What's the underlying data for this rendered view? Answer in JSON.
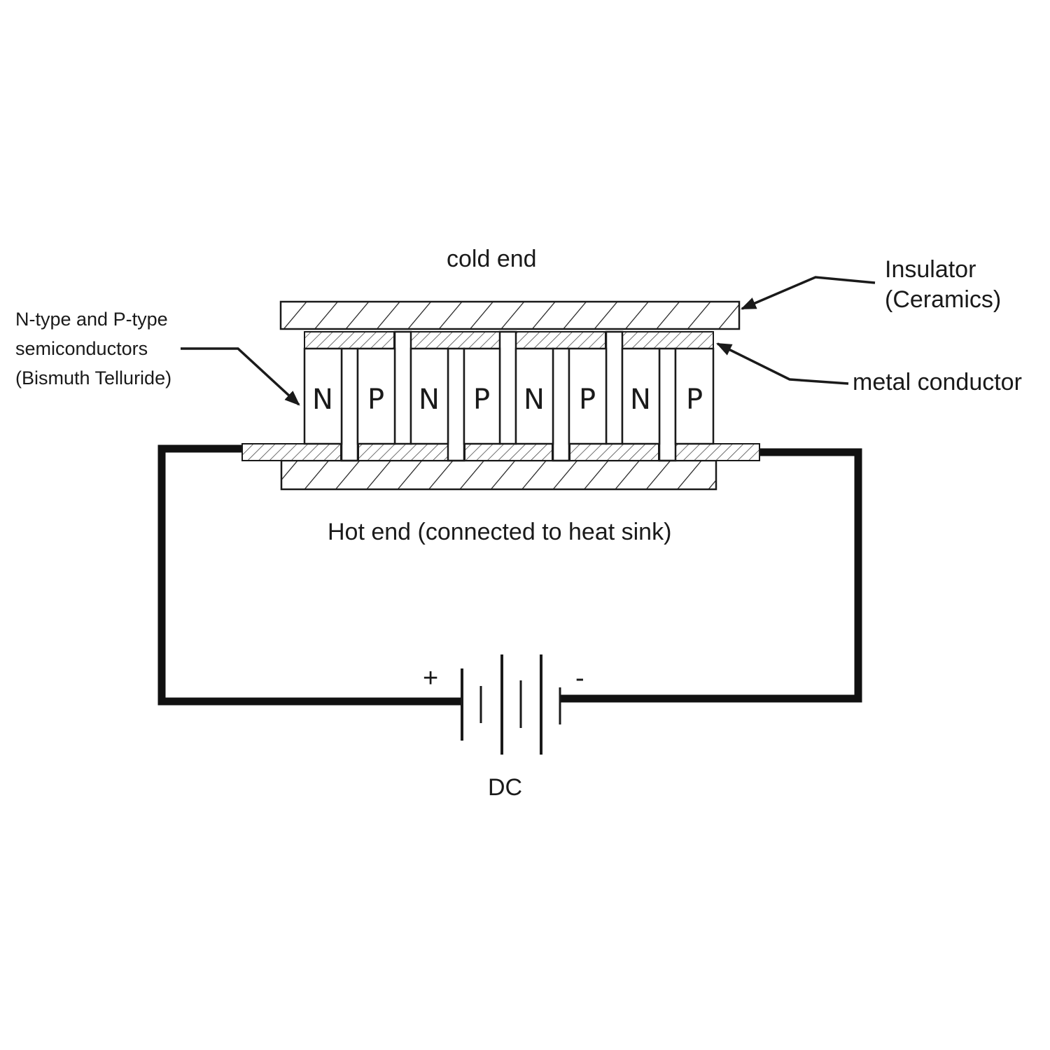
{
  "labels": {
    "cold_end": "cold end",
    "hot_end": "Hot end (connected to heat sink)",
    "insulator_line1": "Insulator",
    "insulator_line2": "(Ceramics)",
    "metal_conductor": "metal conductor",
    "semis_line1": "N-type and P-type",
    "semis_line2": "semiconductors",
    "semis_line3": "(Bismuth Telluride)",
    "dc": "DC",
    "plus": "+",
    "minus": "-"
  },
  "legs": [
    "N",
    "P",
    "N",
    "P",
    "N",
    "P",
    "N",
    "P"
  ],
  "colors": {
    "line": "#1a1a1a",
    "wire": "#111111",
    "background": "#ffffff"
  }
}
